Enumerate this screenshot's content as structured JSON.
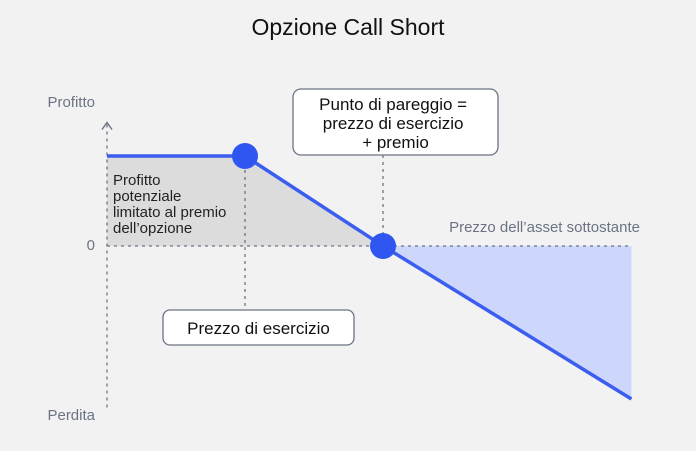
{
  "title": "Opzione Call Short",
  "axes": {
    "y_top_label": "Profitto",
    "y_zero_label": "0",
    "y_bottom_label": "Perdita",
    "x_label": "Prezzo dell’asset sottostante"
  },
  "annotations": {
    "profit_note": [
      "Profitto",
      "potenziale",
      "limitato al premio",
      "dell’opzione"
    ],
    "strike_box": "Prezzo di esercizio",
    "breakeven_box": [
      "Punto di pareggio =",
      "prezzo di esercizio",
      "+ premio"
    ]
  },
  "colors": {
    "background": "#f2f2f2",
    "payoff_line": "#3b5ef0",
    "marker": "#2f56f0",
    "profit_fill": "#dcdcdc",
    "loss_fill": "#cdd6fb",
    "axis": "#6b7385"
  },
  "chart_data": {
    "type": "line",
    "title": "Opzione Call Short",
    "xlabel": "Prezzo dell’asset sottostante",
    "ylabel": "",
    "y_tick_labels": [
      "Profitto",
      "0",
      "Perdita"
    ],
    "series": [
      {
        "x": [
          0,
          1,
          2,
          3.8
        ],
        "y": [
          1,
          1,
          0,
          -1.7
        ]
      }
    ],
    "points": [
      {
        "x": 1,
        "y": 1,
        "label": "Prezzo di esercizio"
      },
      {
        "x": 2,
        "y": 0,
        "label": "Punto di pareggio = prezzo di esercizio + premio"
      }
    ],
    "xlim": [
      0,
      3.8
    ],
    "ylim": [
      -1.7,
      1.35
    ],
    "grid": false,
    "legend": "none"
  }
}
